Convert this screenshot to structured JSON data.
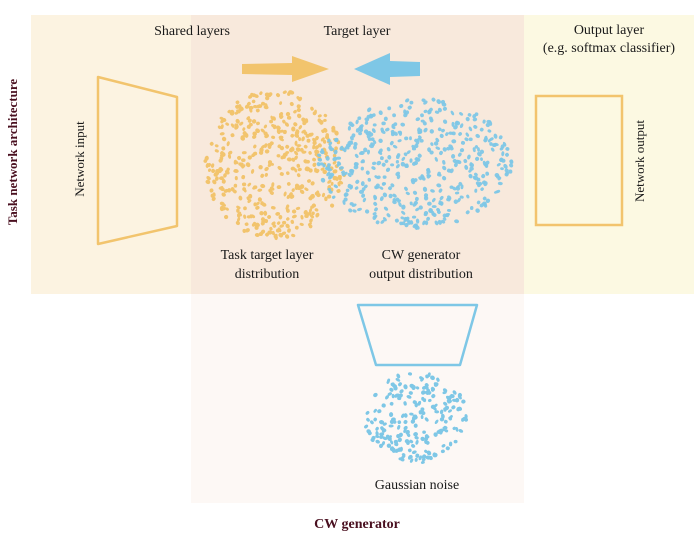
{
  "labels": {
    "shared_layers": "Shared layers",
    "target_layer": "Target layer",
    "output_layer_line1": "Output layer",
    "output_layer_line2": "(e.g. softmax classifier)",
    "task_network_architecture": "Task network architecture",
    "network_input": "Network input",
    "network_output": "Network output",
    "task_target_dist_line1": "Task target layer",
    "task_target_dist_line2": "distribution",
    "cw_output_dist_line1": "CW generator",
    "cw_output_dist_line2": "output distribution",
    "gaussian_noise": "Gaussian noise",
    "cw_generator": "CW generator"
  },
  "colors": {
    "shared_bg": "#fcf3e1",
    "target_bg": "#f8e9dc",
    "output_bg": "#fcf9e2",
    "cw_bg": "#fdf8f5",
    "orange": "#f2c46d",
    "blue": "#7ec7e6",
    "title_text": "#4a1020"
  }
}
